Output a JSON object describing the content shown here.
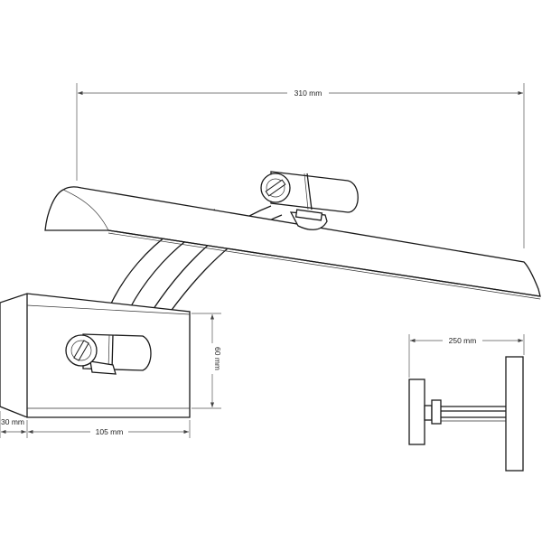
{
  "dimensions": {
    "overall_width": "310 mm",
    "projection": "250 mm",
    "plate_height": "60 mm",
    "plate_depth": "30 mm",
    "plate_width": "105 mm"
  }
}
